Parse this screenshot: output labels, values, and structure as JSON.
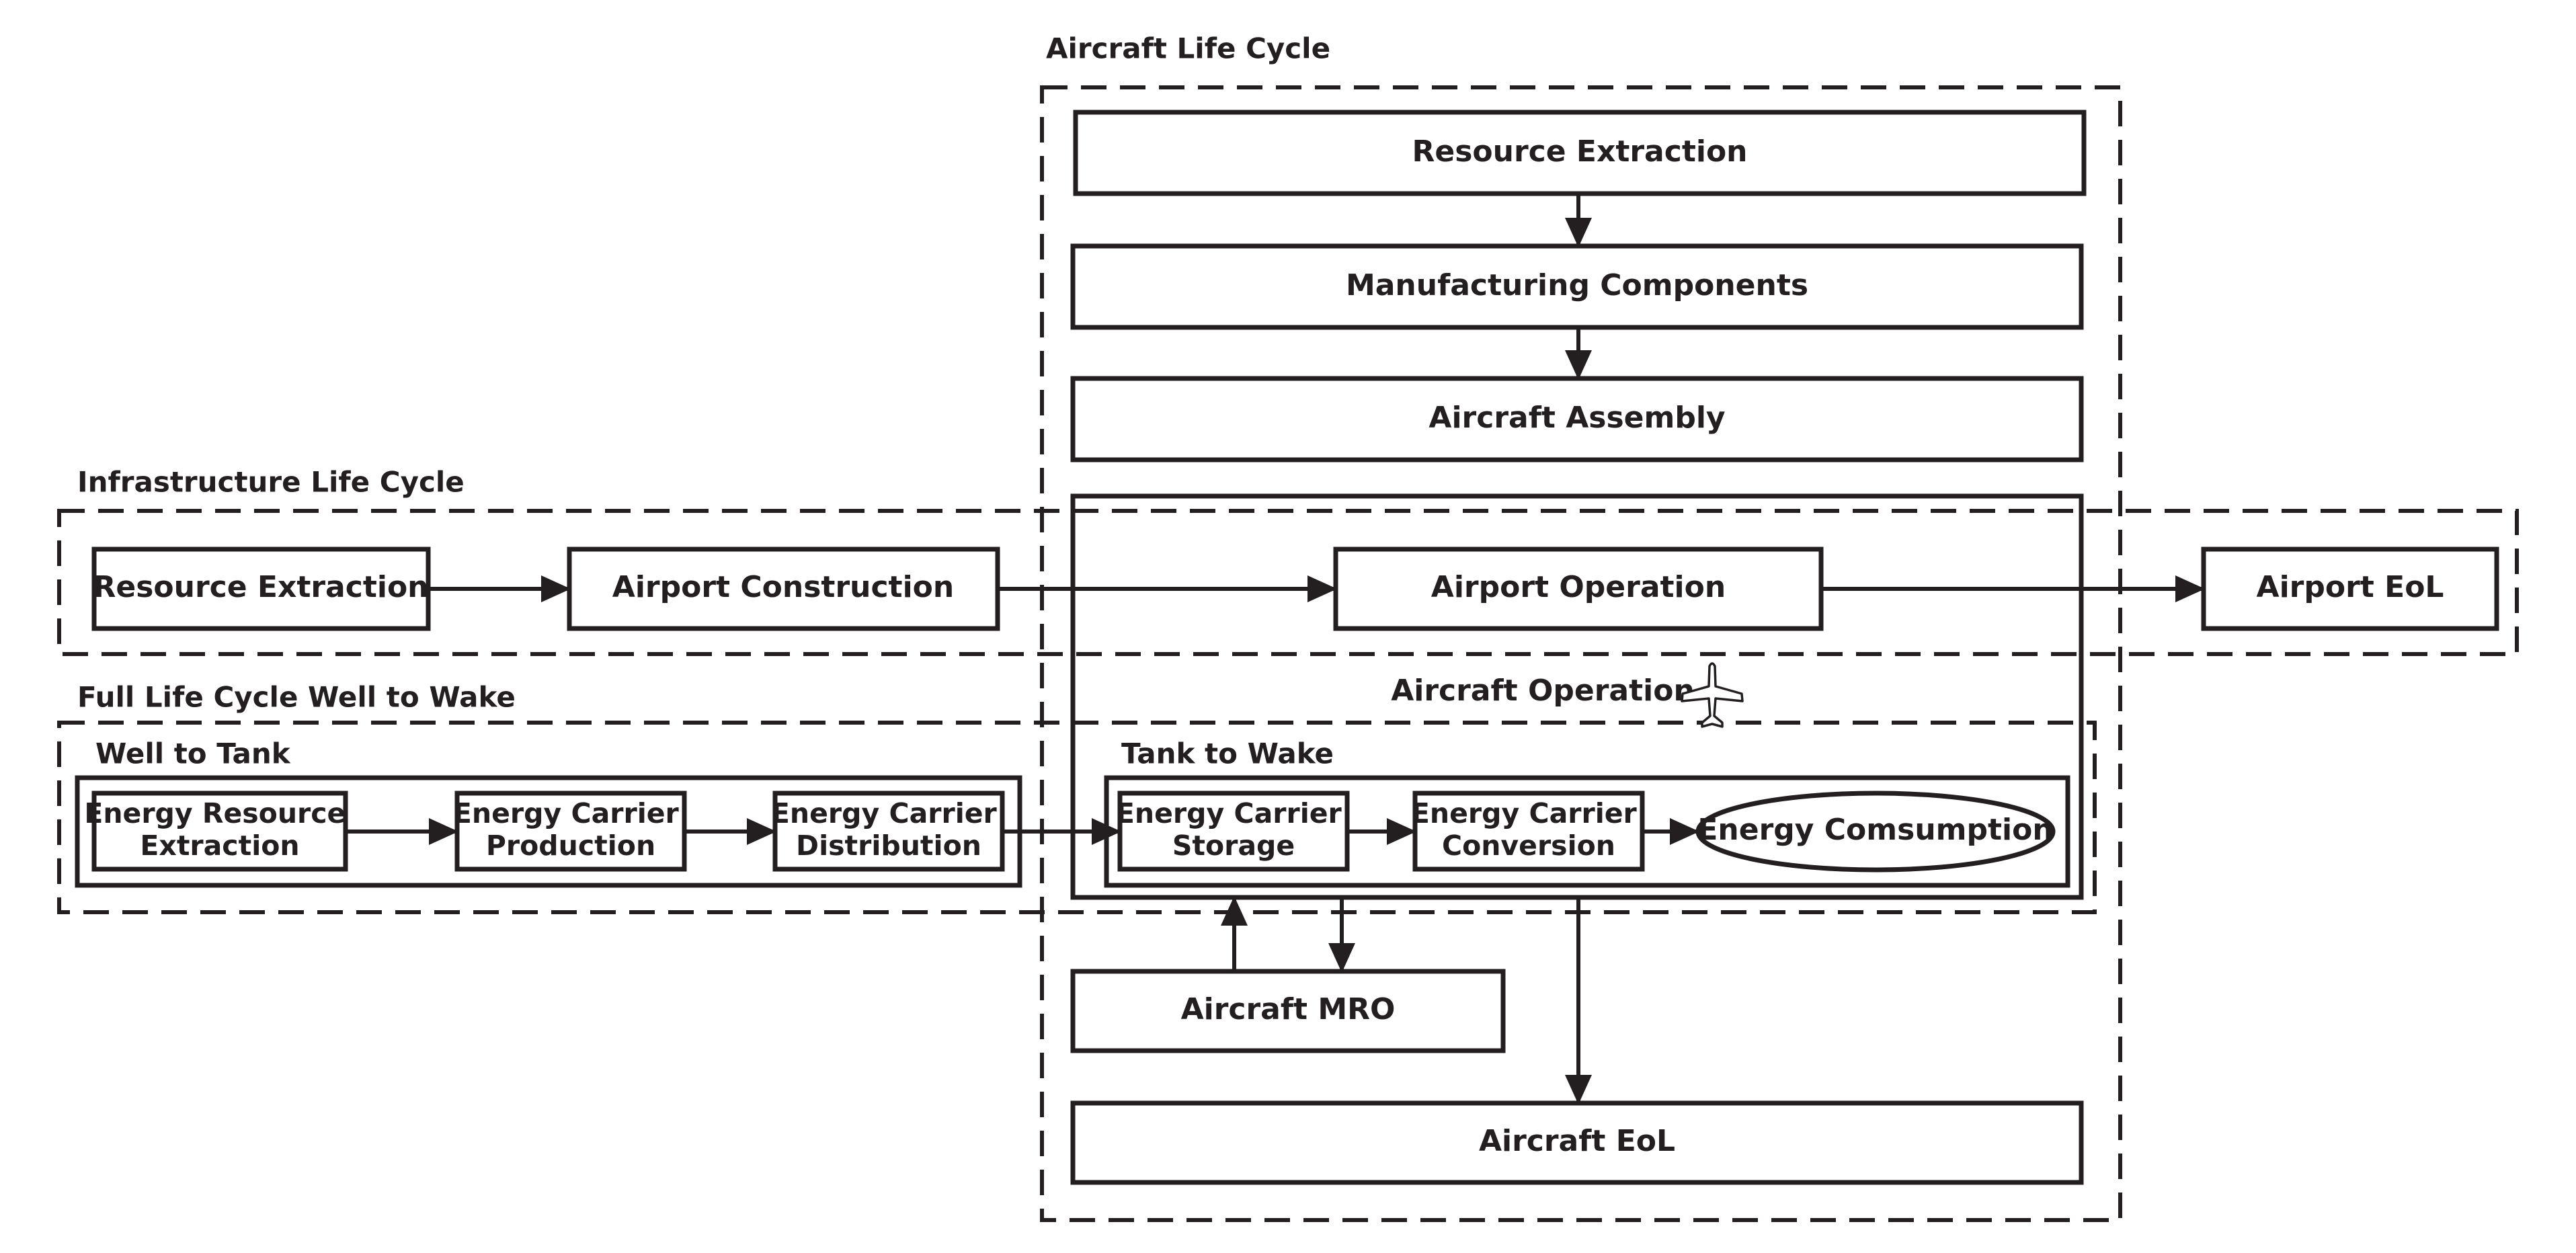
{
  "groups": {
    "aircraft_life_cycle": "Aircraft Life Cycle",
    "infrastructure_life_cycle": "Infrastructure Life Cycle",
    "full_life_cycle": "Full Life Cycle Well to Wake",
    "well_to_tank": "Well to Tank",
    "tank_to_wake": "Tank to Wake",
    "aircraft_operation": "Aircraft Operation"
  },
  "aircraft": {
    "resource_extraction": "Resource Extraction",
    "manufacturing": "Manufacturing Components",
    "assembly": "Aircraft Assembly",
    "mro": "Aircraft MRO",
    "eol": "Aircraft EoL"
  },
  "infrastructure": {
    "resource_extraction": "Resource Extraction",
    "airport_construction": "Airport Construction",
    "airport_operation": "Airport Operation",
    "airport_eol": "Airport EoL"
  },
  "energy": {
    "resource_extraction": [
      "Energy Resource",
      "Extraction"
    ],
    "carrier_production": [
      "Energy Carrier",
      "Production"
    ],
    "carrier_distribution": [
      "Energy Carrier",
      "Distribution"
    ],
    "carrier_storage": [
      "Energy Carrier",
      "Storage"
    ],
    "carrier_conversion": [
      "Energy Carrier",
      "Conversion"
    ],
    "consumption": "Energy Comsumption"
  },
  "icons": {
    "aircraft_operation": "airplane-icon"
  },
  "colors": {
    "ink": "#231f20",
    "background": "#ffffff"
  }
}
